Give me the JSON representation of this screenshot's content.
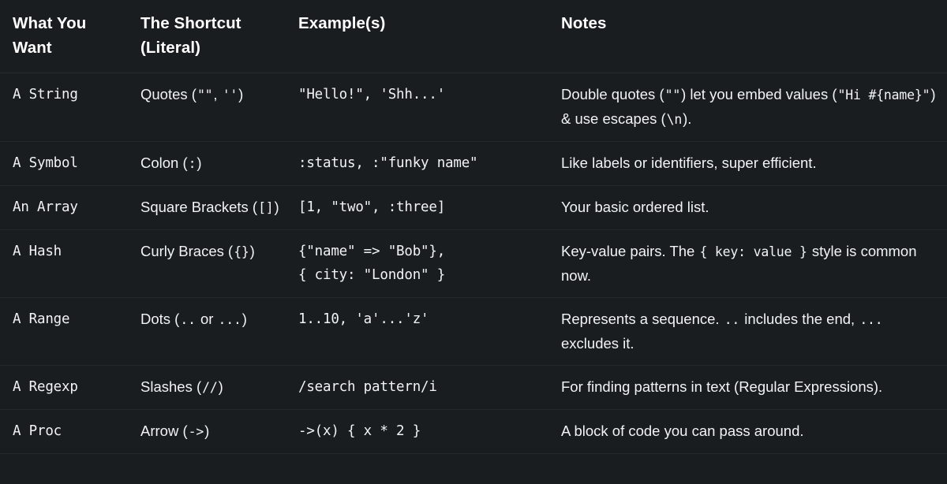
{
  "page": {
    "background_color": "#191d20",
    "text_color": "#f1f3f5",
    "divider_color": "#23282c"
  },
  "table": {
    "headers": {
      "want": "What You Want",
      "shortcut": "The Shortcut (Literal)",
      "example": "Example(s)",
      "notes": "Notes"
    },
    "rows": [
      {
        "want": "A String",
        "shortcut_parts": [
          {
            "t": "text",
            "v": "Quotes ("
          },
          {
            "t": "code",
            "v": "\"\""
          },
          {
            "t": "text",
            "v": ", "
          },
          {
            "t": "code",
            "v": "''"
          },
          {
            "t": "text",
            "v": ")"
          }
        ],
        "example": "\"Hello!\", 'Shh...'",
        "notes_parts": [
          {
            "t": "text",
            "v": "Double quotes ("
          },
          {
            "t": "code",
            "v": "\"\""
          },
          {
            "t": "text",
            "v": ") let you embed values ("
          },
          {
            "t": "code",
            "v": "\"Hi #{name}\""
          },
          {
            "t": "text",
            "v": ") & use escapes ("
          },
          {
            "t": "code",
            "v": "\\n"
          },
          {
            "t": "text",
            "v": ")."
          }
        ]
      },
      {
        "want": "A Symbol",
        "shortcut_parts": [
          {
            "t": "text",
            "v": "Colon ("
          },
          {
            "t": "code",
            "v": ":"
          },
          {
            "t": "text",
            "v": ")"
          }
        ],
        "example": ":status, :\"funky name\"",
        "notes_parts": [
          {
            "t": "text",
            "v": "Like labels or identifiers, super efficient."
          }
        ]
      },
      {
        "want": "An Array",
        "shortcut_parts": [
          {
            "t": "text",
            "v": "Square Brackets ("
          },
          {
            "t": "code",
            "v": "[]"
          },
          {
            "t": "text",
            "v": ")"
          }
        ],
        "example": "[1, \"two\", :three]",
        "notes_parts": [
          {
            "t": "text",
            "v": "Your basic ordered list."
          }
        ]
      },
      {
        "want": "A Hash",
        "shortcut_parts": [
          {
            "t": "text",
            "v": "Curly Braces ("
          },
          {
            "t": "code",
            "v": "{}"
          },
          {
            "t": "text",
            "v": ")"
          }
        ],
        "example": "{\"name\" => \"Bob\"},\n{ city: \"London\" }",
        "notes_parts": [
          {
            "t": "text",
            "v": "Key-value pairs. The "
          },
          {
            "t": "code",
            "v": "{ key: value }"
          },
          {
            "t": "text",
            "v": " style is common now."
          }
        ]
      },
      {
        "want": "A Range",
        "shortcut_parts": [
          {
            "t": "text",
            "v": "Dots ("
          },
          {
            "t": "code",
            "v": ".."
          },
          {
            "t": "text",
            "v": " or "
          },
          {
            "t": "code",
            "v": "..."
          },
          {
            "t": "text",
            "v": ")"
          }
        ],
        "example": "1..10, 'a'...'z'",
        "notes_parts": [
          {
            "t": "text",
            "v": "Represents a sequence. "
          },
          {
            "t": "code",
            "v": ".."
          },
          {
            "t": "text",
            "v": " includes the end, "
          },
          {
            "t": "code",
            "v": "..."
          },
          {
            "t": "text",
            "v": " excludes it."
          }
        ]
      },
      {
        "want": "A Regexp",
        "shortcut_parts": [
          {
            "t": "text",
            "v": "Slashes ("
          },
          {
            "t": "code",
            "v": "//"
          },
          {
            "t": "text",
            "v": ")"
          }
        ],
        "example": "/search pattern/i",
        "notes_parts": [
          {
            "t": "text",
            "v": "For finding patterns in text (Regular Expressions)."
          }
        ]
      },
      {
        "want": "A Proc",
        "shortcut_parts": [
          {
            "t": "text",
            "v": "Arrow ("
          },
          {
            "t": "code",
            "v": "->"
          },
          {
            "t": "text",
            "v": ")"
          }
        ],
        "example": "->(x) { x * 2 }",
        "notes_parts": [
          {
            "t": "text",
            "v": "A block of code you can pass around."
          }
        ]
      }
    ]
  }
}
